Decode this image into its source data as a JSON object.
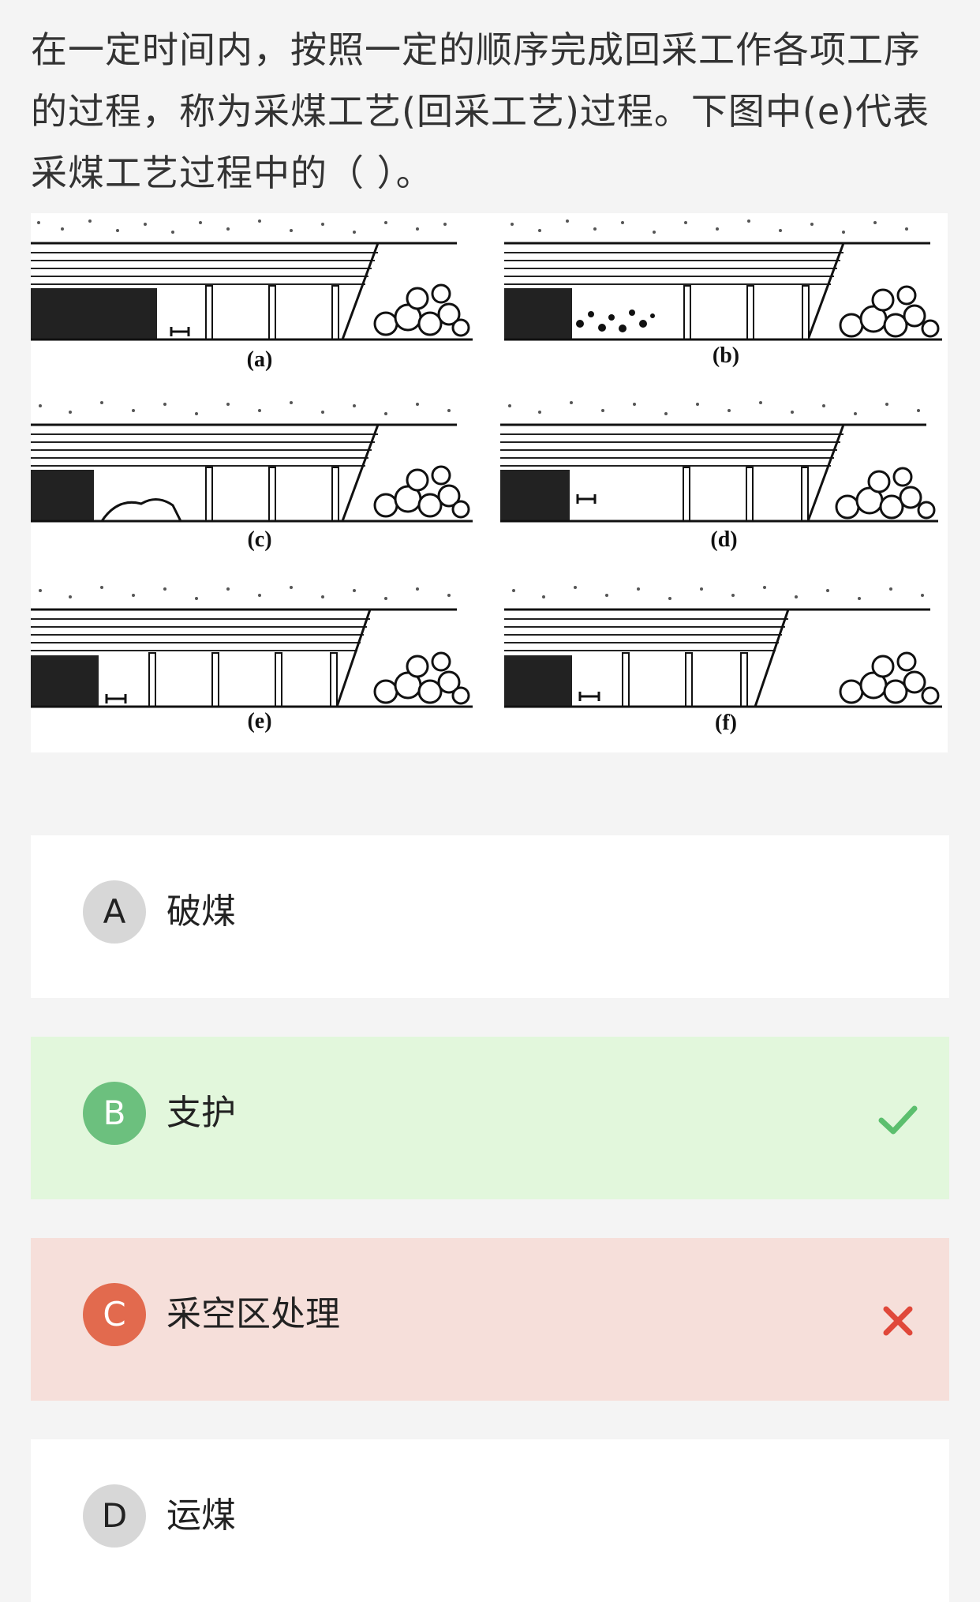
{
  "question": {
    "text": "在一定时间内，按照一定的顺序完成回采工作各项工序的过程，称为采煤工艺(回采工艺)过程。下图中(e)代表采煤工艺过程中的（ ）。"
  },
  "figure": {
    "panels": [
      {
        "label": "(a)"
      },
      {
        "label": "(b)"
      },
      {
        "label": "(c)"
      },
      {
        "label": "(d)"
      },
      {
        "label": "(e)"
      },
      {
        "label": "(f)"
      }
    ]
  },
  "options": [
    {
      "letter": "A",
      "text": "破煤",
      "state": "normal"
    },
    {
      "letter": "B",
      "text": "支护",
      "state": "correct",
      "mark_icon": "check-icon"
    },
    {
      "letter": "C",
      "text": "采空区处理",
      "state": "wrong",
      "mark_icon": "cross-icon"
    },
    {
      "letter": "D",
      "text": "运煤",
      "state": "normal"
    }
  ],
  "colors": {
    "correct_bg": "#e2f7dc",
    "wrong_bg": "#f6dfda",
    "correct_accent": "#6cc07e",
    "wrong_accent": "#e26a4e"
  }
}
